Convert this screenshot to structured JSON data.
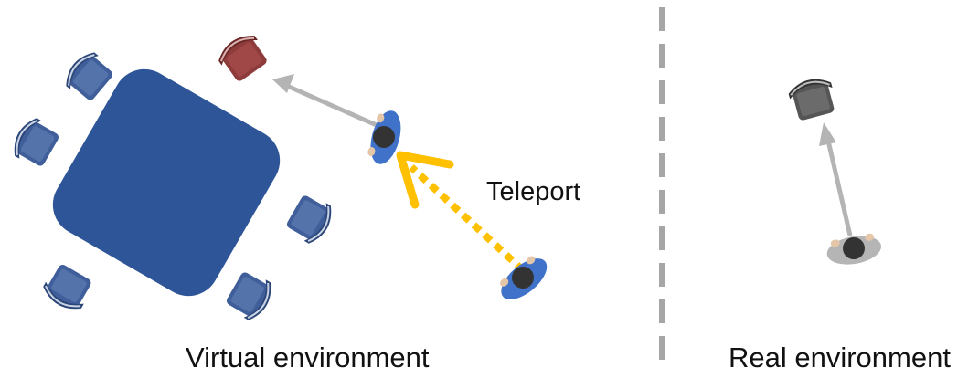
{
  "labels": {
    "teleport": "Teleport",
    "virtual": "Virtual environment",
    "real": "Real environment"
  },
  "colors": {
    "table": "#2e5597",
    "chair_blue": "#3f5e9a",
    "chair_blue_light": "#6d88bd",
    "chair_red": "#8e3b3b",
    "chair_gray": "#5e5e5e",
    "person_blue": "#3f72c8",
    "person_gray": "#b5b5b5",
    "head": "#333333",
    "arrow_gray": "#b4b4b4",
    "teleport_arrow": "#ffc000",
    "divider": "#a6a6a6"
  },
  "icons": {
    "table": "square-table-icon",
    "chair": "chair-icon",
    "person": "person-topdown-icon"
  }
}
